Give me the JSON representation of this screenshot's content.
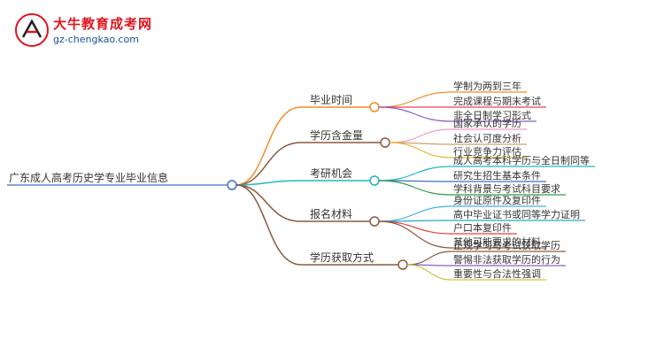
{
  "header": {
    "site_name": "大牛教育成考网",
    "site_url": "gz-chengkao.com"
  },
  "mindmap": {
    "root": "广东成人高考历史学专业毕业信息",
    "branches": [
      {
        "label": "毕业时间",
        "color": "#f28c28",
        "children": [
          "学制为两到三年",
          "完成课程与期末考试",
          "非全日制学习形式"
        ],
        "child_colors": [
          "#f28c28",
          "#e8425a",
          "#8e5cc8"
        ]
      },
      {
        "label": "学历含金量",
        "color": "#8b5a3c",
        "children": [
          "国家承认的学历",
          "社会认可度分析",
          "行业竞争力评估"
        ],
        "child_colors": [
          "#f09ac0",
          "#c9a46a",
          "#e8b52a"
        ]
      },
      {
        "label": "考研机会",
        "color": "#22b5c8",
        "children": [
          "成人高考本科学历与全日制同等",
          "研究生招生基本条件",
          "学科背景与考试科目要求"
        ],
        "child_colors": [
          "#22b5c8",
          "#3b6fc2",
          "#2e9e4a"
        ]
      },
      {
        "label": "报名材料",
        "color": "#8b5a3c",
        "children": [
          "身份证原件及复印件",
          "高中毕业证书或同等学力证明",
          "户口本复印件",
          "其他可能要求的材料"
        ],
        "child_colors": [
          "#3ab4e0",
          "#2aa6c8",
          "#e84040",
          "#8b5a3c"
        ]
      },
      {
        "label": "学历获取方式",
        "color": "#8b5a3c",
        "children": [
          "正规学习与考试获取学历",
          "警惕非法获取学历的行为",
          "重要性与合法性强调"
        ],
        "child_colors": [
          "#8b5a3c",
          "#8e5cc8",
          "#c8c83a"
        ]
      }
    ]
  }
}
